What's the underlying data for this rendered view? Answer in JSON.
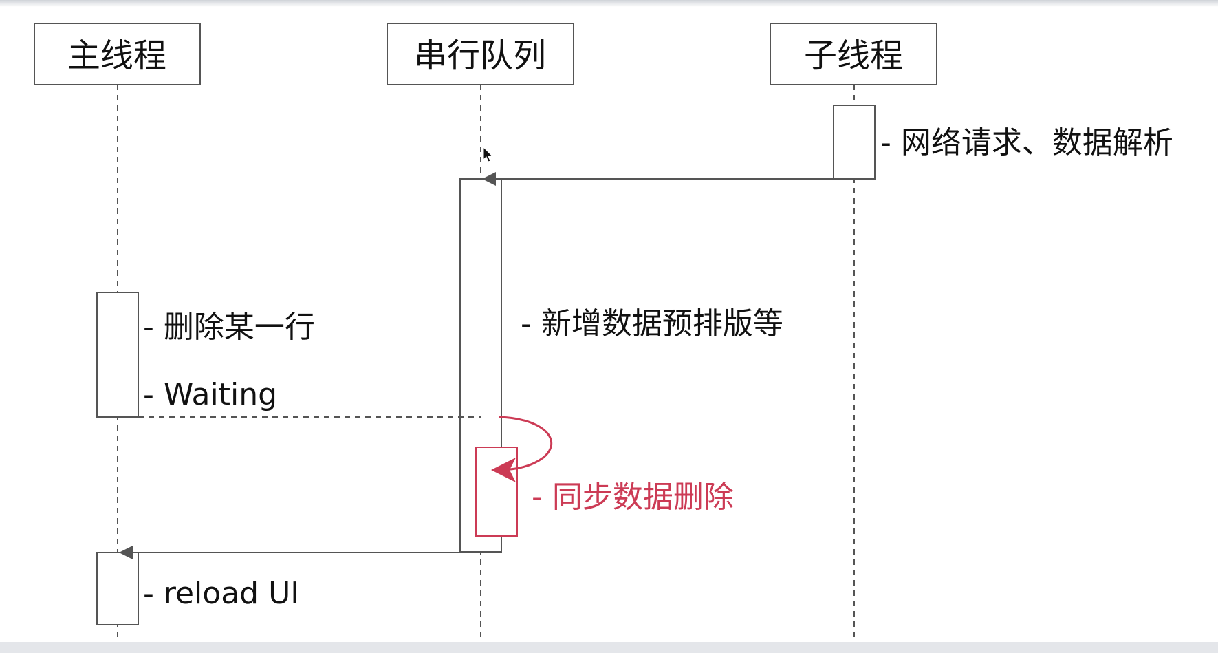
{
  "diagram": {
    "lifelines": [
      {
        "id": "main",
        "label": "主线程"
      },
      {
        "id": "serial",
        "label": "串行队列"
      },
      {
        "id": "child",
        "label": "子线程"
      }
    ],
    "notes": {
      "network": "- 网络请求、数据解析",
      "delete_row": "- 删除某一行",
      "waiting": "- Waiting",
      "preprocess": "- 新增数据预排版等",
      "sync_delete": "- 同步数据删除",
      "reload": "- reload UI"
    },
    "colors": {
      "line": "#555555",
      "box_stroke": "#555555",
      "highlight": "#cc3b55",
      "text": "#111111"
    }
  }
}
